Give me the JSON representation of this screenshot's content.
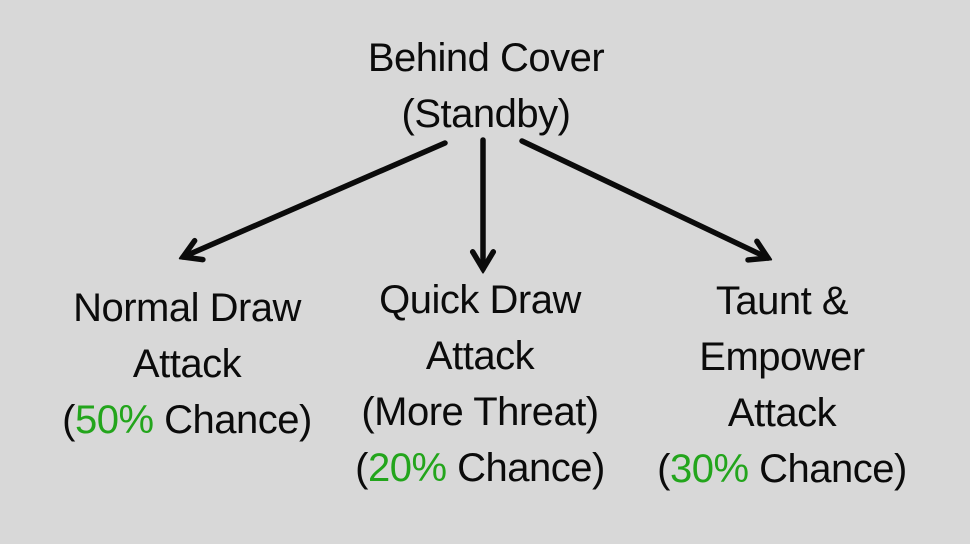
{
  "colors": {
    "background": "#d8d8d8",
    "text": "#0b0b0b",
    "green": "#23a51c",
    "arrow": "#0b0b0b"
  },
  "root_node": {
    "line1": "Behind Cover",
    "line2": "(Standby)"
  },
  "branches": [
    {
      "name": "normal-draw-attack",
      "lines": [
        "Normal Draw",
        "Attack"
      ],
      "chance_open": "(",
      "chance_value": "50%",
      "chance_rest": " Chance)"
    },
    {
      "name": "quick-draw-attack",
      "lines": [
        "Quick Draw",
        "Attack",
        "(More Threat)"
      ],
      "chance_open": "(",
      "chance_value": "20%",
      "chance_rest": " Chance)"
    },
    {
      "name": "taunt-empower-attack",
      "lines": [
        "Taunt &",
        "Empower",
        "Attack"
      ],
      "chance_open": "(",
      "chance_value": "30%",
      "chance_rest": " Chance)"
    }
  ]
}
